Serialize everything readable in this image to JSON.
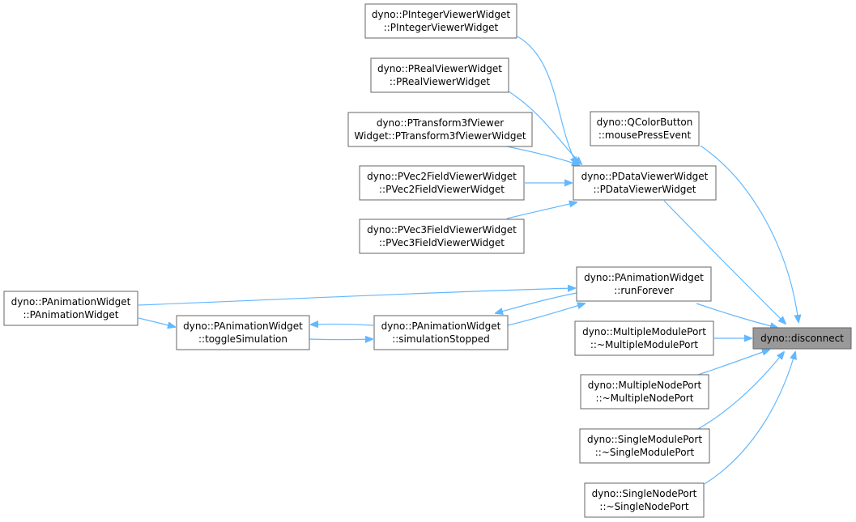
{
  "diagram": {
    "type": "call-graph",
    "colors": {
      "edge": "#63b8ff",
      "node_border": "#666666",
      "root_fill": "#999999",
      "node_fill": "#ffffff"
    },
    "nodes": [
      {
        "id": "disconnect",
        "lines": [
          "dyno::disconnect"
        ],
        "root": true
      },
      {
        "id": "pintviewer",
        "lines": [
          "dyno::PIntegerViewerWidget",
          "::PIntegerViewerWidget"
        ]
      },
      {
        "id": "prealviewer",
        "lines": [
          "dyno::PRealViewerWidget",
          "::PRealViewerWidget"
        ]
      },
      {
        "id": "ptransformviewer",
        "lines": [
          "dyno::PTransform3fViewer",
          "Widget::PTransform3fViewerWidget"
        ]
      },
      {
        "id": "pvec2viewer",
        "lines": [
          "dyno::PVec2FieldViewerWidget",
          "::PVec2FieldViewerWidget"
        ]
      },
      {
        "id": "pvec3viewer",
        "lines": [
          "dyno::PVec3FieldViewerWidget",
          "::PVec3FieldViewerWidget"
        ]
      },
      {
        "id": "qcolorbutton",
        "lines": [
          "dyno::QColorButton",
          "::mousePressEvent"
        ]
      },
      {
        "id": "pdataviewer",
        "lines": [
          "dyno::PDataViewerWidget",
          "::PDataViewerWidget"
        ]
      },
      {
        "id": "runforever",
        "lines": [
          "dyno::PAnimationWidget",
          "::runForever"
        ]
      },
      {
        "id": "panimctor",
        "lines": [
          "dyno::PAnimationWidget",
          "::PAnimationWidget"
        ]
      },
      {
        "id": "togglesim",
        "lines": [
          "dyno::PAnimationWidget",
          "::toggleSimulation"
        ]
      },
      {
        "id": "simstopped",
        "lines": [
          "dyno::PAnimationWidget",
          "::simulationStopped"
        ]
      },
      {
        "id": "multimoduleport",
        "lines": [
          "dyno::MultipleModulePort",
          "::~MultipleModulePort"
        ]
      },
      {
        "id": "multinodeport",
        "lines": [
          "dyno::MultipleNodePort",
          "::~MultipleNodePort"
        ]
      },
      {
        "id": "singlemoduleport",
        "lines": [
          "dyno::SingleModulePort",
          "::~SingleModulePort"
        ]
      },
      {
        "id": "singlenodeport",
        "lines": [
          "dyno::SingleNodePort",
          "::~SingleNodePort"
        ]
      }
    ]
  }
}
